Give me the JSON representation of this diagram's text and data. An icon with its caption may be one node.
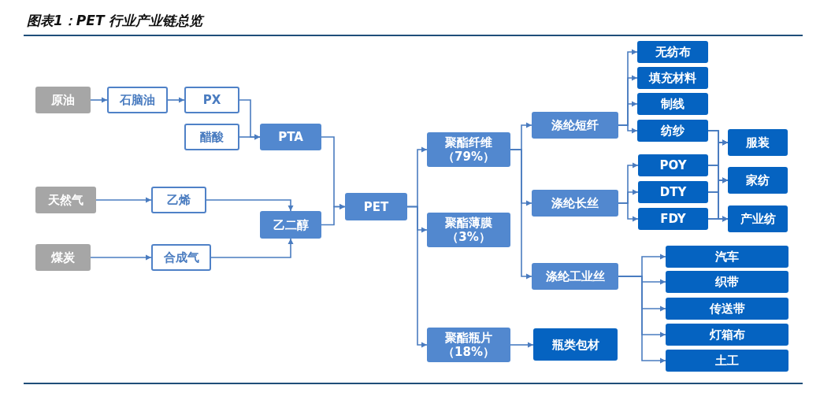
{
  "diagram": {
    "title": "图表1：PET 行业产业链总览",
    "nodes": [
      {
        "text": [
          "原油"
        ]
      },
      {
        "text": [
          "石脑油"
        ]
      },
      {
        "text": [
          "PX"
        ]
      },
      {
        "text": [
          "醋酸"
        ]
      },
      {
        "text": [
          "PTA"
        ]
      },
      {
        "text": [
          "天然气"
        ]
      },
      {
        "text": [
          "乙烯"
        ]
      },
      {
        "text": [
          "煤炭"
        ]
      },
      {
        "text": [
          "合成气"
        ]
      },
      {
        "text": [
          "乙二醇"
        ]
      },
      {
        "text": [
          "PET"
        ]
      },
      {
        "text": [
          "聚酯纤维",
          "（79%）"
        ]
      },
      {
        "text": [
          "聚酯薄膜",
          "（3%）"
        ]
      },
      {
        "text": [
          "聚酯瓶片",
          "（18%）"
        ]
      },
      {
        "text": [
          "涤纶短纤"
        ]
      },
      {
        "text": [
          "涤纶长丝"
        ]
      },
      {
        "text": [
          "涤纶工业丝"
        ]
      },
      {
        "text": [
          "瓶类包材"
        ]
      },
      {
        "text": [
          "无纺布"
        ]
      },
      {
        "text": [
          "填充材料"
        ]
      },
      {
        "text": [
          "制线"
        ]
      },
      {
        "text": [
          "纺纱"
        ]
      },
      {
        "text": [
          "POY"
        ]
      },
      {
        "text": [
          "DTY"
        ]
      },
      {
        "text": [
          "FDY"
        ]
      },
      {
        "text": [
          "服装"
        ]
      },
      {
        "text": [
          "家纺"
        ]
      },
      {
        "text": [
          "产业纺"
        ]
      },
      {
        "text": [
          "汽车"
        ]
      },
      {
        "text": [
          "织带"
        ]
      },
      {
        "text": [
          "传送带"
        ]
      },
      {
        "text": [
          "灯箱布"
        ]
      },
      {
        "text": [
          "土工"
        ]
      }
    ],
    "edges": [
      {
        "from": 0,
        "to": 1,
        "arrow": "to"
      },
      {
        "from": 1,
        "to": 2,
        "arrow": "to"
      },
      {
        "from": 2,
        "to": 4,
        "arrow": "to"
      },
      {
        "from": 3,
        "to": 4,
        "arrow": "to"
      },
      {
        "from": 5,
        "to": 6,
        "arrow": "to"
      },
      {
        "from": 6,
        "to": 9,
        "arrow": "to"
      },
      {
        "from": 7,
        "to": 8,
        "arrow": "to"
      },
      {
        "from": 8,
        "to": 9,
        "arrow": "to"
      },
      {
        "from": 4,
        "to": 10,
        "arrow": "to"
      },
      {
        "from": 9,
        "to": 10,
        "arrow": "to"
      },
      {
        "from": 10,
        "to": 11,
        "arrow": "to"
      },
      {
        "from": 10,
        "to": 12,
        "arrow": "to"
      },
      {
        "from": 10,
        "to": 13,
        "arrow": "to"
      },
      {
        "from": 11,
        "to": 14,
        "arrow": "to"
      },
      {
        "from": 11,
        "to": 15,
        "arrow": "to"
      },
      {
        "from": 11,
        "to": 16,
        "arrow": "to"
      },
      {
        "from": 13,
        "to": 17,
        "arrow": "to"
      },
      {
        "from": 14,
        "to": 18,
        "arrow": "to"
      },
      {
        "from": 14,
        "to": 19,
        "arrow": "to"
      },
      {
        "from": 14,
        "to": 20,
        "arrow": "to"
      },
      {
        "from": 14,
        "to": 21,
        "arrow": "to"
      },
      {
        "from": 15,
        "to": 22,
        "arrow": "to"
      },
      {
        "from": 15,
        "to": 23,
        "arrow": "to"
      },
      {
        "from": 15,
        "to": 24,
        "arrow": "to"
      },
      {
        "from": 21,
        "to": 25,
        "arrow": "to"
      },
      {
        "from": 21,
        "to": 26,
        "arrow": "to"
      },
      {
        "from": 21,
        "to": 27,
        "arrow": "to"
      },
      {
        "from": 22,
        "to": 25,
        "arrow": "to"
      },
      {
        "from": 22,
        "to": 26,
        "arrow": "to"
      },
      {
        "from": 22,
        "to": 27,
        "arrow": "to"
      },
      {
        "from": 23,
        "to": 25,
        "arrow": "to"
      },
      {
        "from": 23,
        "to": 26,
        "arrow": "to"
      },
      {
        "from": 23,
        "to": 27,
        "arrow": "to"
      },
      {
        "from": 24,
        "to": 25,
        "arrow": "to"
      },
      {
        "from": 24,
        "to": 26,
        "arrow": "to"
      },
      {
        "from": 24,
        "to": 27,
        "arrow": "to"
      },
      {
        "from": 16,
        "to": 28,
        "arrow": "to"
      },
      {
        "from": 16,
        "to": 29,
        "arrow": "to"
      },
      {
        "from": 16,
        "to": 30,
        "arrow": "to"
      },
      {
        "from": 16,
        "to": 31,
        "arrow": "to"
      },
      {
        "from": 16,
        "to": 32,
        "arrow": "to"
      }
    ]
  }
}
